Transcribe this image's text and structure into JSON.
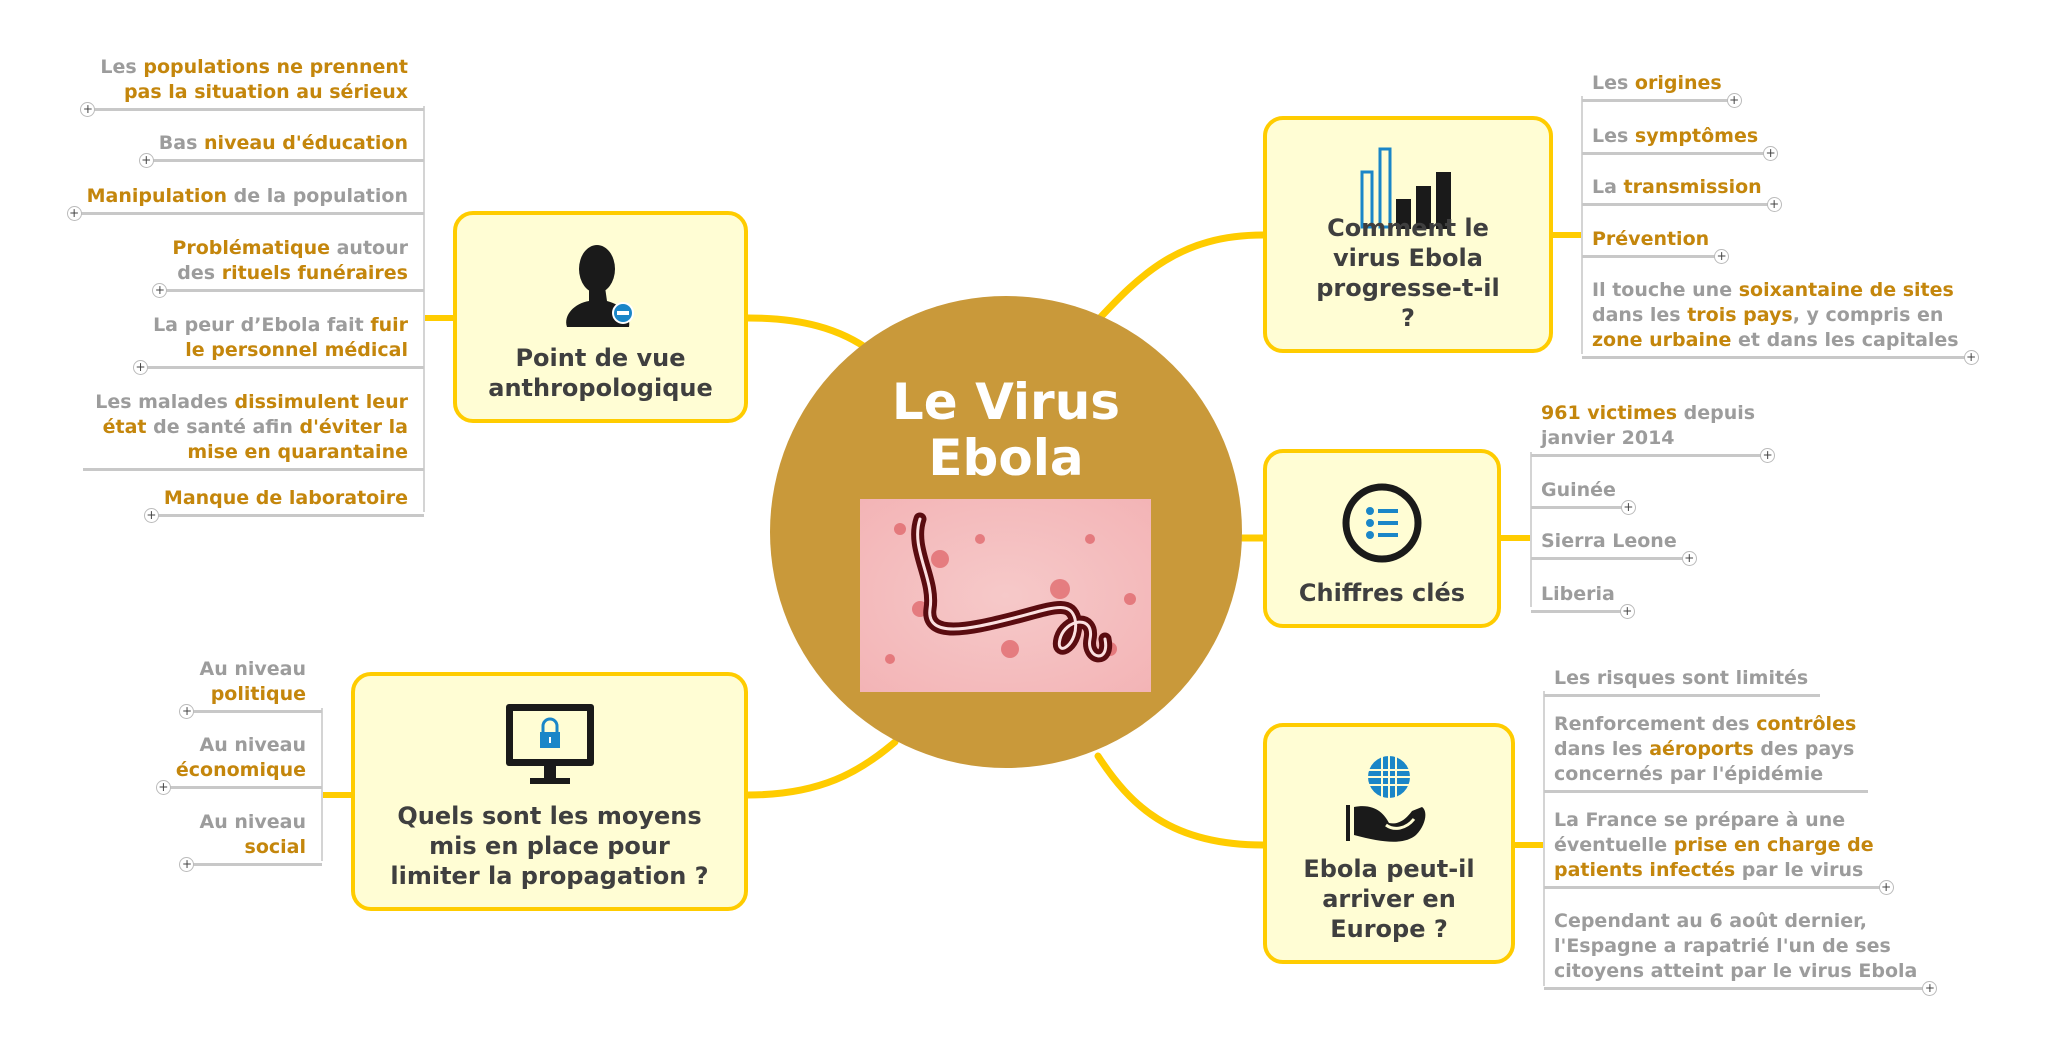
{
  "center": {
    "title_line1": "Le Virus",
    "title_line2": "Ebola"
  },
  "colors": {
    "accent": "#ffcc00",
    "node_bg": "#fffdd4",
    "center": "#c9993a",
    "highlight": "#c4860c",
    "text_gray": "#9c9c9c"
  },
  "branches": [
    {
      "id": "anthropo",
      "label": "Point de vue anthropologique",
      "icon": "person-minus-icon",
      "leaves": [
        {
          "lines": [
            [
              {
                "t": "Les "
              },
              {
                "t": "populations ne prennent",
                "hl": true
              }
            ],
            [
              {
                "t": "pas la situation au sérieux",
                "hl": true
              }
            ]
          ],
          "expandable": true
        },
        {
          "lines": [
            [
              {
                "t": "Bas "
              },
              {
                "t": "niveau d'éducation",
                "hl": true
              }
            ]
          ],
          "expandable": true
        },
        {
          "lines": [
            [
              {
                "t": "Manipulation",
                "hl": true
              },
              {
                "t": " de la population"
              }
            ]
          ],
          "expandable": true
        },
        {
          "lines": [
            [
              {
                "t": "Problématique",
                "hl": true
              },
              {
                "t": " autour"
              }
            ],
            [
              {
                "t": "des "
              },
              {
                "t": "rituels funéraires",
                "hl": true
              }
            ]
          ],
          "expandable": true
        },
        {
          "lines": [
            [
              {
                "t": "La peur d’Ebola fait "
              },
              {
                "t": "fuir",
                "hl": true
              }
            ],
            [
              {
                "t": "le personnel médical",
                "hl": true
              }
            ]
          ],
          "expandable": true
        },
        {
          "lines": [
            [
              {
                "t": "Les malades "
              },
              {
                "t": "dissimulent leur",
                "hl": true
              }
            ],
            [
              {
                "t": "état",
                "hl": true
              },
              {
                "t": " de santé afin "
              },
              {
                "t": "d'éviter la",
                "hl": true
              }
            ],
            [
              {
                "t": "mise en quarantaine",
                "hl": true
              }
            ]
          ],
          "expandable": false
        },
        {
          "lines": [
            [
              {
                "t": "Manque de laboratoire",
                "hl": true
              }
            ]
          ],
          "expandable": true
        }
      ]
    },
    {
      "id": "progression",
      "label": "Comment le virus Ebola progresse-t-il ?",
      "icon": "bar-chart-icon",
      "leaves": [
        {
          "lines": [
            [
              {
                "t": "Les "
              },
              {
                "t": "origines",
                "hl": true
              }
            ]
          ],
          "expandable": true
        },
        {
          "lines": [
            [
              {
                "t": "Les "
              },
              {
                "t": "symptômes",
                "hl": true
              }
            ]
          ],
          "expandable": true
        },
        {
          "lines": [
            [
              {
                "t": "La "
              },
              {
                "t": "transmission",
                "hl": true
              }
            ]
          ],
          "expandable": true
        },
        {
          "lines": [
            [
              {
                "t": "Prévention",
                "hl": true
              }
            ]
          ],
          "expandable": true
        },
        {
          "lines": [
            [
              {
                "t": "Il touche une "
              },
              {
                "t": "soixantaine de sites",
                "hl": true
              }
            ],
            [
              {
                "t": "dans les "
              },
              {
                "t": "trois pays",
                "hl": true
              },
              {
                "t": ", y compris en"
              }
            ],
            [
              {
                "t": "zone urbaine",
                "hl": true
              },
              {
                "t": " et dans les capitales"
              }
            ]
          ],
          "expandable": true
        }
      ]
    },
    {
      "id": "chiffres",
      "label": "Chiffres clés",
      "icon": "list-circle-icon",
      "leaves": [
        {
          "lines": [
            [
              {
                "t": "961 victimes",
                "hl": true
              },
              {
                "t": " depuis"
              }
            ],
            [
              {
                "t": "janvier 2014"
              }
            ]
          ],
          "expandable": true
        },
        {
          "lines": [
            [
              {
                "t": "Guinée"
              }
            ]
          ],
          "expandable": true
        },
        {
          "lines": [
            [
              {
                "t": "Sierra Leone"
              }
            ]
          ],
          "expandable": true
        },
        {
          "lines": [
            [
              {
                "t": "Liberia"
              }
            ]
          ],
          "expandable": true
        }
      ]
    },
    {
      "id": "europe",
      "label": "Ebola peut-il arriver en Europe ?",
      "icon": "globe-hand-icon",
      "leaves": [
        {
          "lines": [
            [
              {
                "t": "Les risques sont limités"
              }
            ]
          ],
          "expandable": false
        },
        {
          "lines": [
            [
              {
                "t": "Renforcement des "
              },
              {
                "t": "contrôles",
                "hl": true
              }
            ],
            [
              {
                "t": "dans les "
              },
              {
                "t": "aéroports",
                "hl": true
              },
              {
                "t": " des pays"
              }
            ],
            [
              {
                "t": "concernés par l'épidémie"
              }
            ]
          ],
          "expandable": false
        },
        {
          "lines": [
            [
              {
                "t": "La France se prépare à une"
              }
            ],
            [
              {
                "t": "éventuelle "
              },
              {
                "t": "prise en charge de",
                "hl": true
              }
            ],
            [
              {
                "t": "patients infectés",
                "hl": true
              },
              {
                "t": " par le virus"
              }
            ]
          ],
          "expandable": true
        },
        {
          "lines": [
            [
              {
                "t": "Cependant au 6 août dernier,"
              }
            ],
            [
              {
                "t": "l'Espagne a rapatrié l'un de ses"
              }
            ],
            [
              {
                "t": "citoyens atteint par le virus Ebola"
              }
            ]
          ],
          "expandable": true
        }
      ]
    },
    {
      "id": "moyens",
      "label": "Quels sont les moyens mis en place pour limiter la propagation ?",
      "icon": "monitor-lock-icon",
      "leaves": [
        {
          "lines": [
            [
              {
                "t": "Au niveau"
              }
            ],
            [
              {
                "t": "politique",
                "hl": true
              }
            ]
          ],
          "expandable": true
        },
        {
          "lines": [
            [
              {
                "t": "Au niveau"
              }
            ],
            [
              {
                "t": "économique",
                "hl": true
              }
            ]
          ],
          "expandable": true
        },
        {
          "lines": [
            [
              {
                "t": "Au niveau"
              }
            ],
            [
              {
                "t": "social",
                "hl": true
              }
            ]
          ],
          "expandable": true
        }
      ]
    }
  ]
}
